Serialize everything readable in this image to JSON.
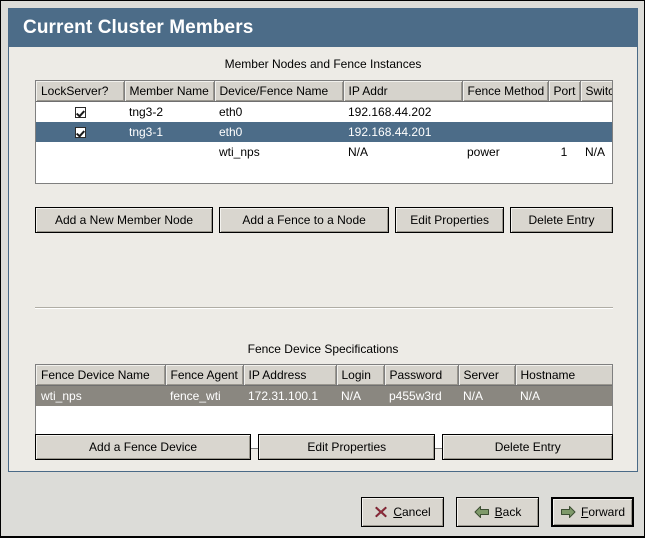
{
  "window": {
    "title": "Current Cluster Members"
  },
  "members_section": {
    "caption": "Member Nodes and Fence Instances",
    "columns": [
      "LockServer?",
      "Member Name",
      "Device/Fence Name",
      "IP Addr",
      "Fence Method",
      "Port",
      "Switch"
    ],
    "rows": [
      {
        "selected": "none",
        "lockserver_checked": true,
        "member_name": "tng3-2",
        "device_fence_name": "eth0",
        "ip_addr": "192.168.44.202",
        "fence_method": "",
        "port": "",
        "switch": ""
      },
      {
        "selected": "focus",
        "lockserver_checked": true,
        "member_name": "tng3-1",
        "device_fence_name": "eth0",
        "ip_addr": "192.168.44.201",
        "fence_method": "",
        "port": "",
        "switch": ""
      },
      {
        "selected": "none",
        "lockserver_checked": false,
        "member_name": "",
        "device_fence_name": "wti_nps",
        "ip_addr": "N/A",
        "fence_method": "power",
        "port": "1",
        "switch": "N/A"
      }
    ],
    "buttons": {
      "add_member": "Add a New Member Node",
      "add_fence": "Add a Fence to a Node",
      "edit_properties": "Edit Properties",
      "delete_entry": "Delete Entry"
    }
  },
  "fence_section": {
    "caption": "Fence Device Specifications",
    "columns": [
      "Fence Device Name",
      "Fence Agent",
      "IP Address",
      "Login",
      "Password",
      "Server",
      "Hostname"
    ],
    "rows": [
      {
        "selected": "unfocus",
        "fence_device_name": "wti_nps",
        "fence_agent": "fence_wti",
        "ip_address": "172.31.100.1",
        "login": "N/A",
        "password": "p455w3rd",
        "server": "N/A",
        "hostname": "N/A"
      }
    ],
    "buttons": {
      "add_fence_device": "Add a Fence Device",
      "edit_properties": "Edit Properties",
      "delete_entry": "Delete Entry"
    }
  },
  "footer": {
    "cancel": {
      "pre": "",
      "mn": "C",
      "post": "ancel",
      "icon": "close-x-icon"
    },
    "back": {
      "pre": "",
      "mn": "B",
      "post": "ack",
      "icon": "arrow-left-icon"
    },
    "forward": {
      "pre": "",
      "mn": "F",
      "post": "orward",
      "icon": "arrow-right-icon"
    }
  },
  "colors": {
    "title_bar": "#4c6c88",
    "selection_focus": "#4c6c88",
    "selection_unfocus": "#8a8780",
    "panel_bg": "#edebe6",
    "window_bg": "#dcdcd8",
    "button_face": "#d9d6cf",
    "header_face": "#d6d3cc",
    "cancel_icon": "#a03040",
    "arrow_icon": "#7f9a6a"
  }
}
